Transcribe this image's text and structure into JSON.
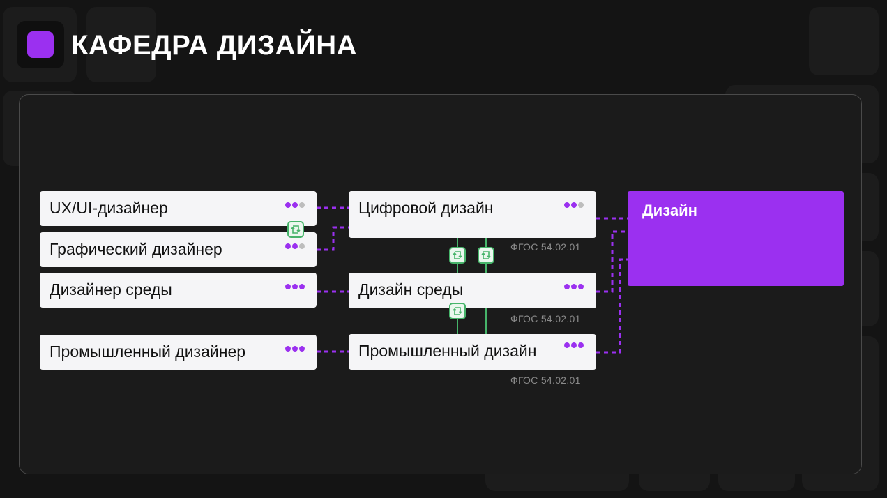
{
  "header": {
    "title": "КАФЕДРА ДИЗАЙНА"
  },
  "professions": [
    {
      "label": "UX/UI-дизайнер",
      "dots": [
        true,
        true,
        false
      ]
    },
    {
      "label": "Графический дизайнер",
      "dots": [
        true,
        true,
        false
      ]
    },
    {
      "label": "Дизайнер среды",
      "dots": [
        true,
        true,
        true
      ]
    },
    {
      "label": "Промышленный дизайнер",
      "dots": [
        true,
        true,
        true
      ]
    }
  ],
  "programs": [
    {
      "label": "Цифровой дизайн",
      "dots": [
        true,
        true,
        false
      ],
      "fgos": "ФГОС 54.02.01"
    },
    {
      "label": "Дизайн среды",
      "dots": [
        true,
        true,
        true
      ],
      "fgos": "ФГОС 54.02.01"
    },
    {
      "label": "Промышленный дизайн",
      "dots": [
        true,
        true,
        true
      ],
      "fgos": "ФГОС 54.02.01"
    }
  ],
  "target": {
    "label": "Дизайн"
  },
  "colors": {
    "accent": "#9b30f0",
    "sync": "#46b46a",
    "background": "#141414",
    "card": "#f5f5f7"
  },
  "icons": {
    "sync": "sync-icon"
  }
}
